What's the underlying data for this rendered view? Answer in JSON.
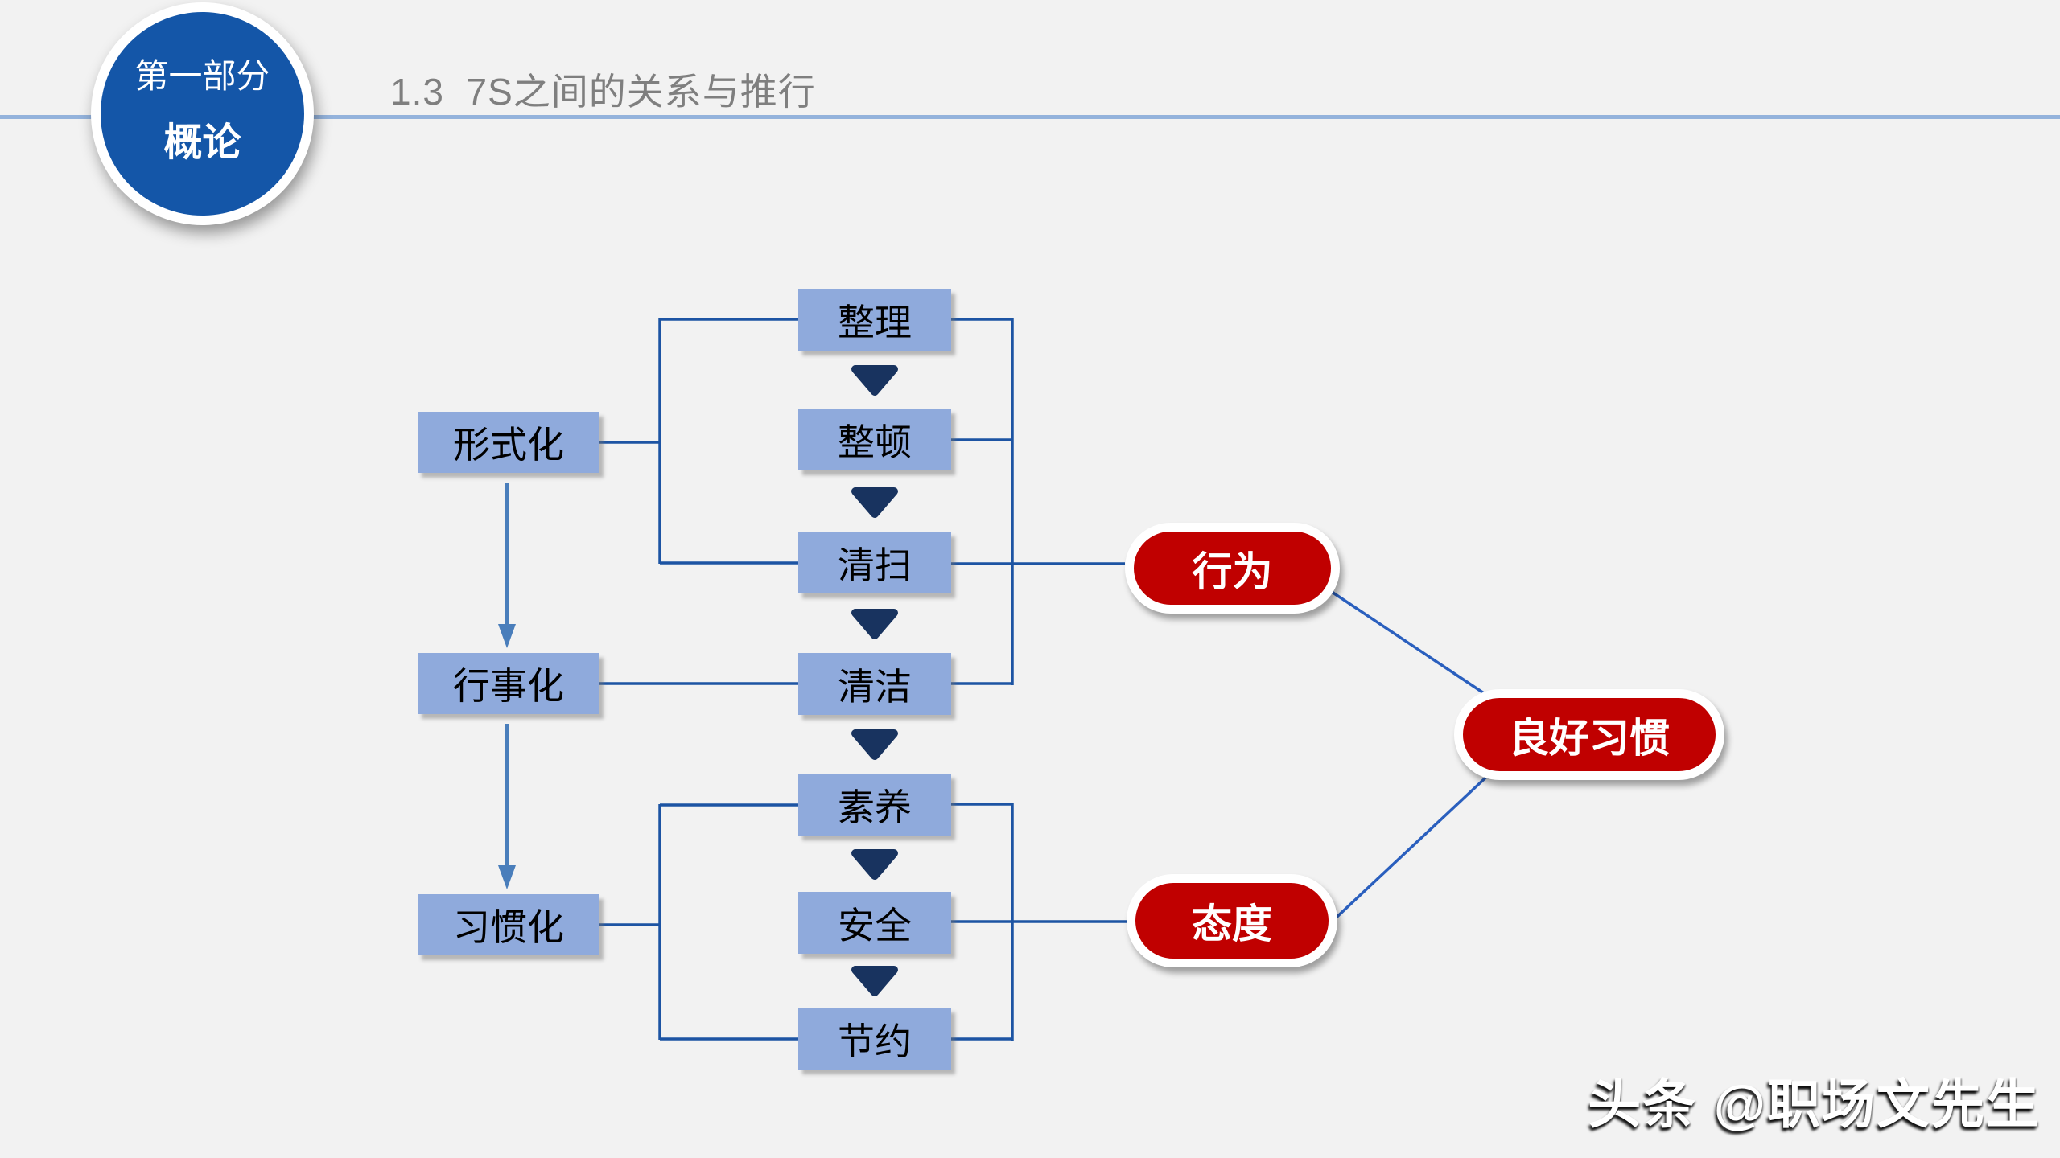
{
  "slide": {
    "badge": {
      "part": "第一部分",
      "name": "概论"
    },
    "title": "1.3  7S之间的关系与推行",
    "watermark": "头条 @职场文先生"
  },
  "diagram": {
    "stage_boxes": [
      {
        "label": "形式化"
      },
      {
        "label": "行事化"
      },
      {
        "label": "习惯化"
      }
    ],
    "s_boxes": [
      {
        "label": "整理"
      },
      {
        "label": "整顿"
      },
      {
        "label": "清扫"
      },
      {
        "label": "清洁"
      },
      {
        "label": "素养"
      },
      {
        "label": "安全"
      },
      {
        "label": "节约"
      }
    ],
    "outcome_pills": [
      {
        "label": "行为"
      },
      {
        "label": "态度"
      }
    ],
    "final_pill": {
      "label": "良好习惯"
    }
  },
  "colors": {
    "background": "#F2F2F2",
    "box_fill": "#8FAADC",
    "box_text": "#000000",
    "connector": "#1D54A3",
    "diagonal": "#2A5FBE",
    "flow_arrow": "#4A7EBB",
    "arrow_navy": "#18335F",
    "pill_red": "#C00000",
    "pill_text": "#FFFFFF",
    "circle_blue": "#1456A8",
    "top_line": "#94B3DC",
    "title_text": "#7F7F7F"
  }
}
